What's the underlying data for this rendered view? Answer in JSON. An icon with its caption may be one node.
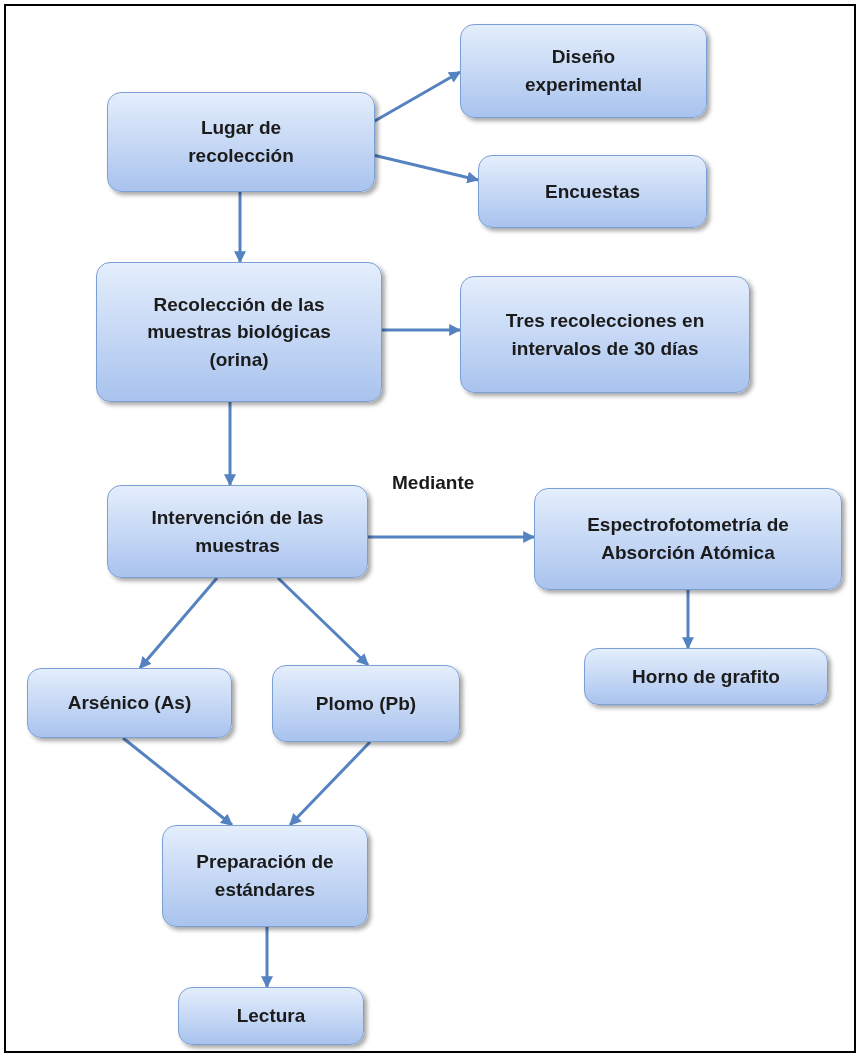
{
  "diagram": {
    "nodes": [
      {
        "text": [
          "Lugar de recolección"
        ]
      },
      {
        "text": [
          "Diseño experimental"
        ]
      },
      {
        "text": [
          "Encuestas"
        ]
      },
      {
        "text": [
          "Recolección de las muestras biológicas (orina)"
        ]
      },
      {
        "text": [
          "Tres recolecciones en intervalos de 30 días"
        ]
      },
      {
        "text": [
          "Intervención de las muestras"
        ]
      },
      {
        "text": [
          "Espectrofotometría de Absorción Atómica"
        ]
      },
      {
        "text": [
          "Horno de grafito"
        ]
      },
      {
        "text": [
          "Arsénico (As)"
        ]
      },
      {
        "text": [
          "Plomo (Pb)"
        ]
      },
      {
        "text": [
          "Preparación de estándares"
        ]
      },
      {
        "text": [
          "Lectura"
        ]
      }
    ],
    "edges": [
      {
        "from": 0,
        "to": 1,
        "arrow": "to"
      },
      {
        "from": 0,
        "to": 2,
        "arrow": "to"
      },
      {
        "from": 0,
        "to": 3,
        "arrow": "to"
      },
      {
        "from": 3,
        "to": 4,
        "arrow": "to"
      },
      {
        "from": 3,
        "to": 5,
        "arrow": "to"
      },
      {
        "from": 5,
        "to": 6,
        "arrow": "to",
        "label": "Mediante"
      },
      {
        "from": 6,
        "to": 7,
        "arrow": "to"
      },
      {
        "from": 5,
        "to": 8,
        "arrow": "to"
      },
      {
        "from": 5,
        "to": 9,
        "arrow": "to"
      },
      {
        "from": 8,
        "to": 10,
        "arrow": "to"
      },
      {
        "from": 9,
        "to": 10,
        "arrow": "to"
      },
      {
        "from": 10,
        "to": 11,
        "arrow": "to"
      }
    ]
  }
}
